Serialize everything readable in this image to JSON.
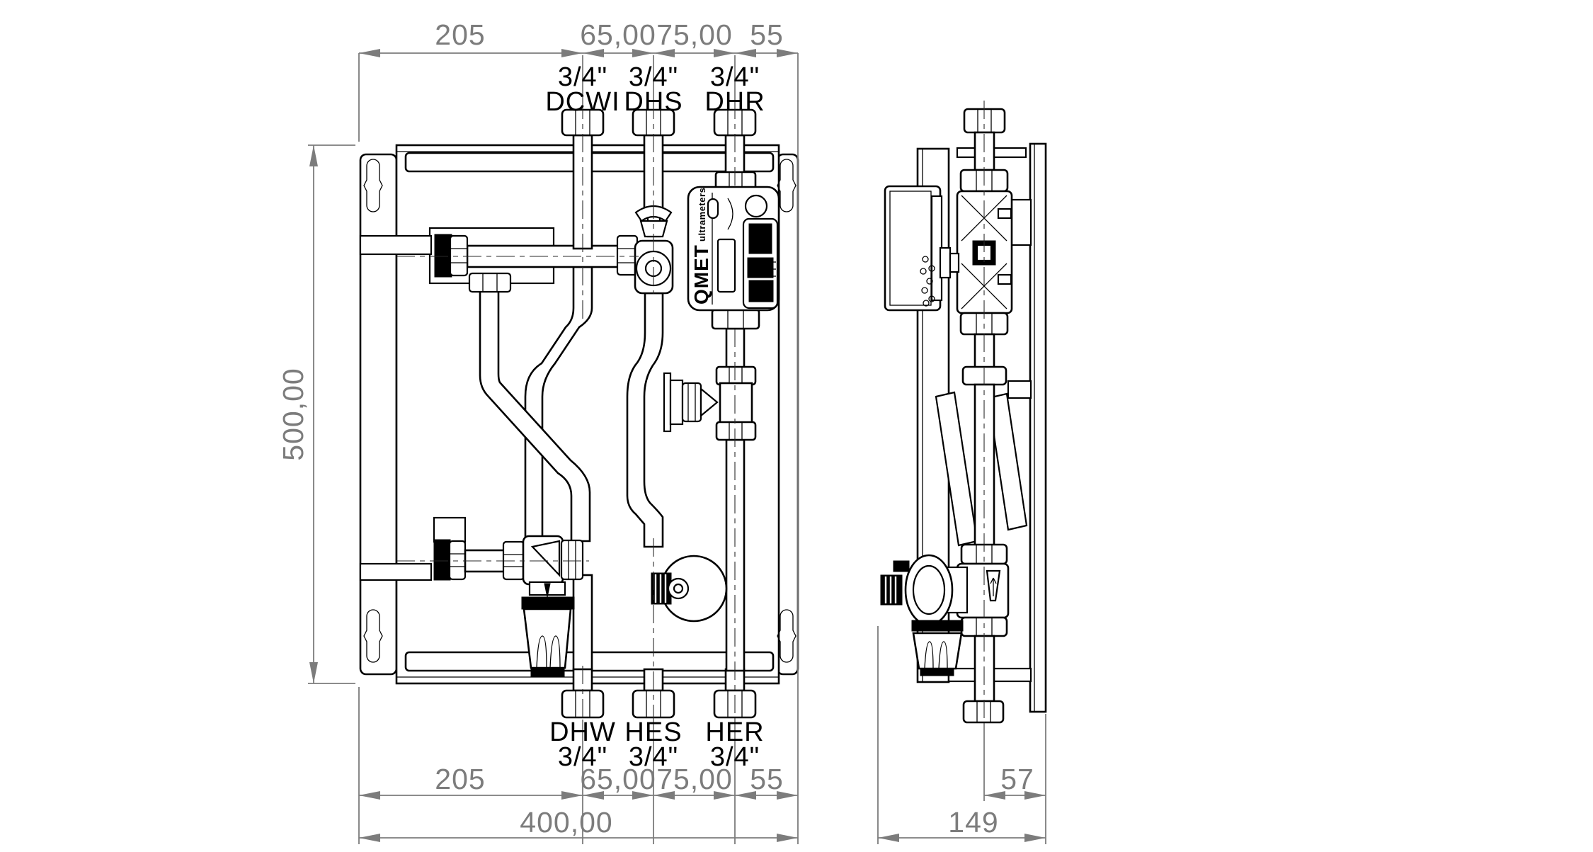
{
  "colors": {
    "line": "#000000",
    "dimension": "#7c7c7c",
    "background": "#ffffff"
  },
  "front_view": {
    "top_ports": [
      {
        "size": "3/4\"",
        "code": "DCWI"
      },
      {
        "size": "3/4\"",
        "code": "DHS"
      },
      {
        "size": "3/4\"",
        "code": "DHR"
      }
    ],
    "bottom_ports": [
      {
        "code": "DHW",
        "size": "3/4\""
      },
      {
        "code": "HES",
        "size": "3/4\""
      },
      {
        "code": "HER",
        "size": "3/4\""
      }
    ],
    "meter": {
      "brand": "QMET",
      "series": "ultrameters"
    },
    "dims": {
      "top_segments": [
        "205",
        "65,00",
        "75,00",
        "55"
      ],
      "bottom_segments": [
        "205",
        "65,00",
        "75,00",
        "55"
      ],
      "overall_width": "400,00",
      "overall_height": "500,00"
    }
  },
  "side_view": {
    "dims": {
      "pipe_to_wall": "57",
      "overall_depth": "149"
    }
  }
}
